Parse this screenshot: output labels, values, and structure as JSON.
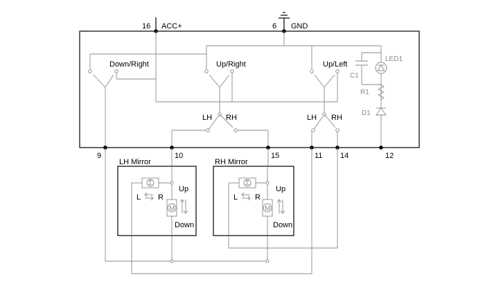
{
  "pins": {
    "acc": {
      "number": "16",
      "name": "ACC+"
    },
    "gnd": {
      "number": "6",
      "name": "GND"
    },
    "p9": "9",
    "p10": "10",
    "p15": "15",
    "p11": "11",
    "p14": "14",
    "p12": "12"
  },
  "switches": {
    "down_right": "Down/Right",
    "up_right": "Up/Right",
    "up_left": "Up/Left",
    "selector_left": {
      "lh": "LH",
      "rh": "RH"
    },
    "selector_right": {
      "lh": "LH",
      "rh": "RH"
    }
  },
  "indicator": {
    "led": "LED1",
    "capacitor": "C1",
    "resistor": "R1",
    "diode": "D1"
  },
  "mirrors": {
    "lh": {
      "title": "LH Mirror",
      "up": "Up",
      "down": "Down",
      "l": "L",
      "r": "R"
    },
    "rh": {
      "title": "RH Mirror",
      "up": "Up",
      "down": "Down",
      "l": "L",
      "r": "R"
    }
  }
}
